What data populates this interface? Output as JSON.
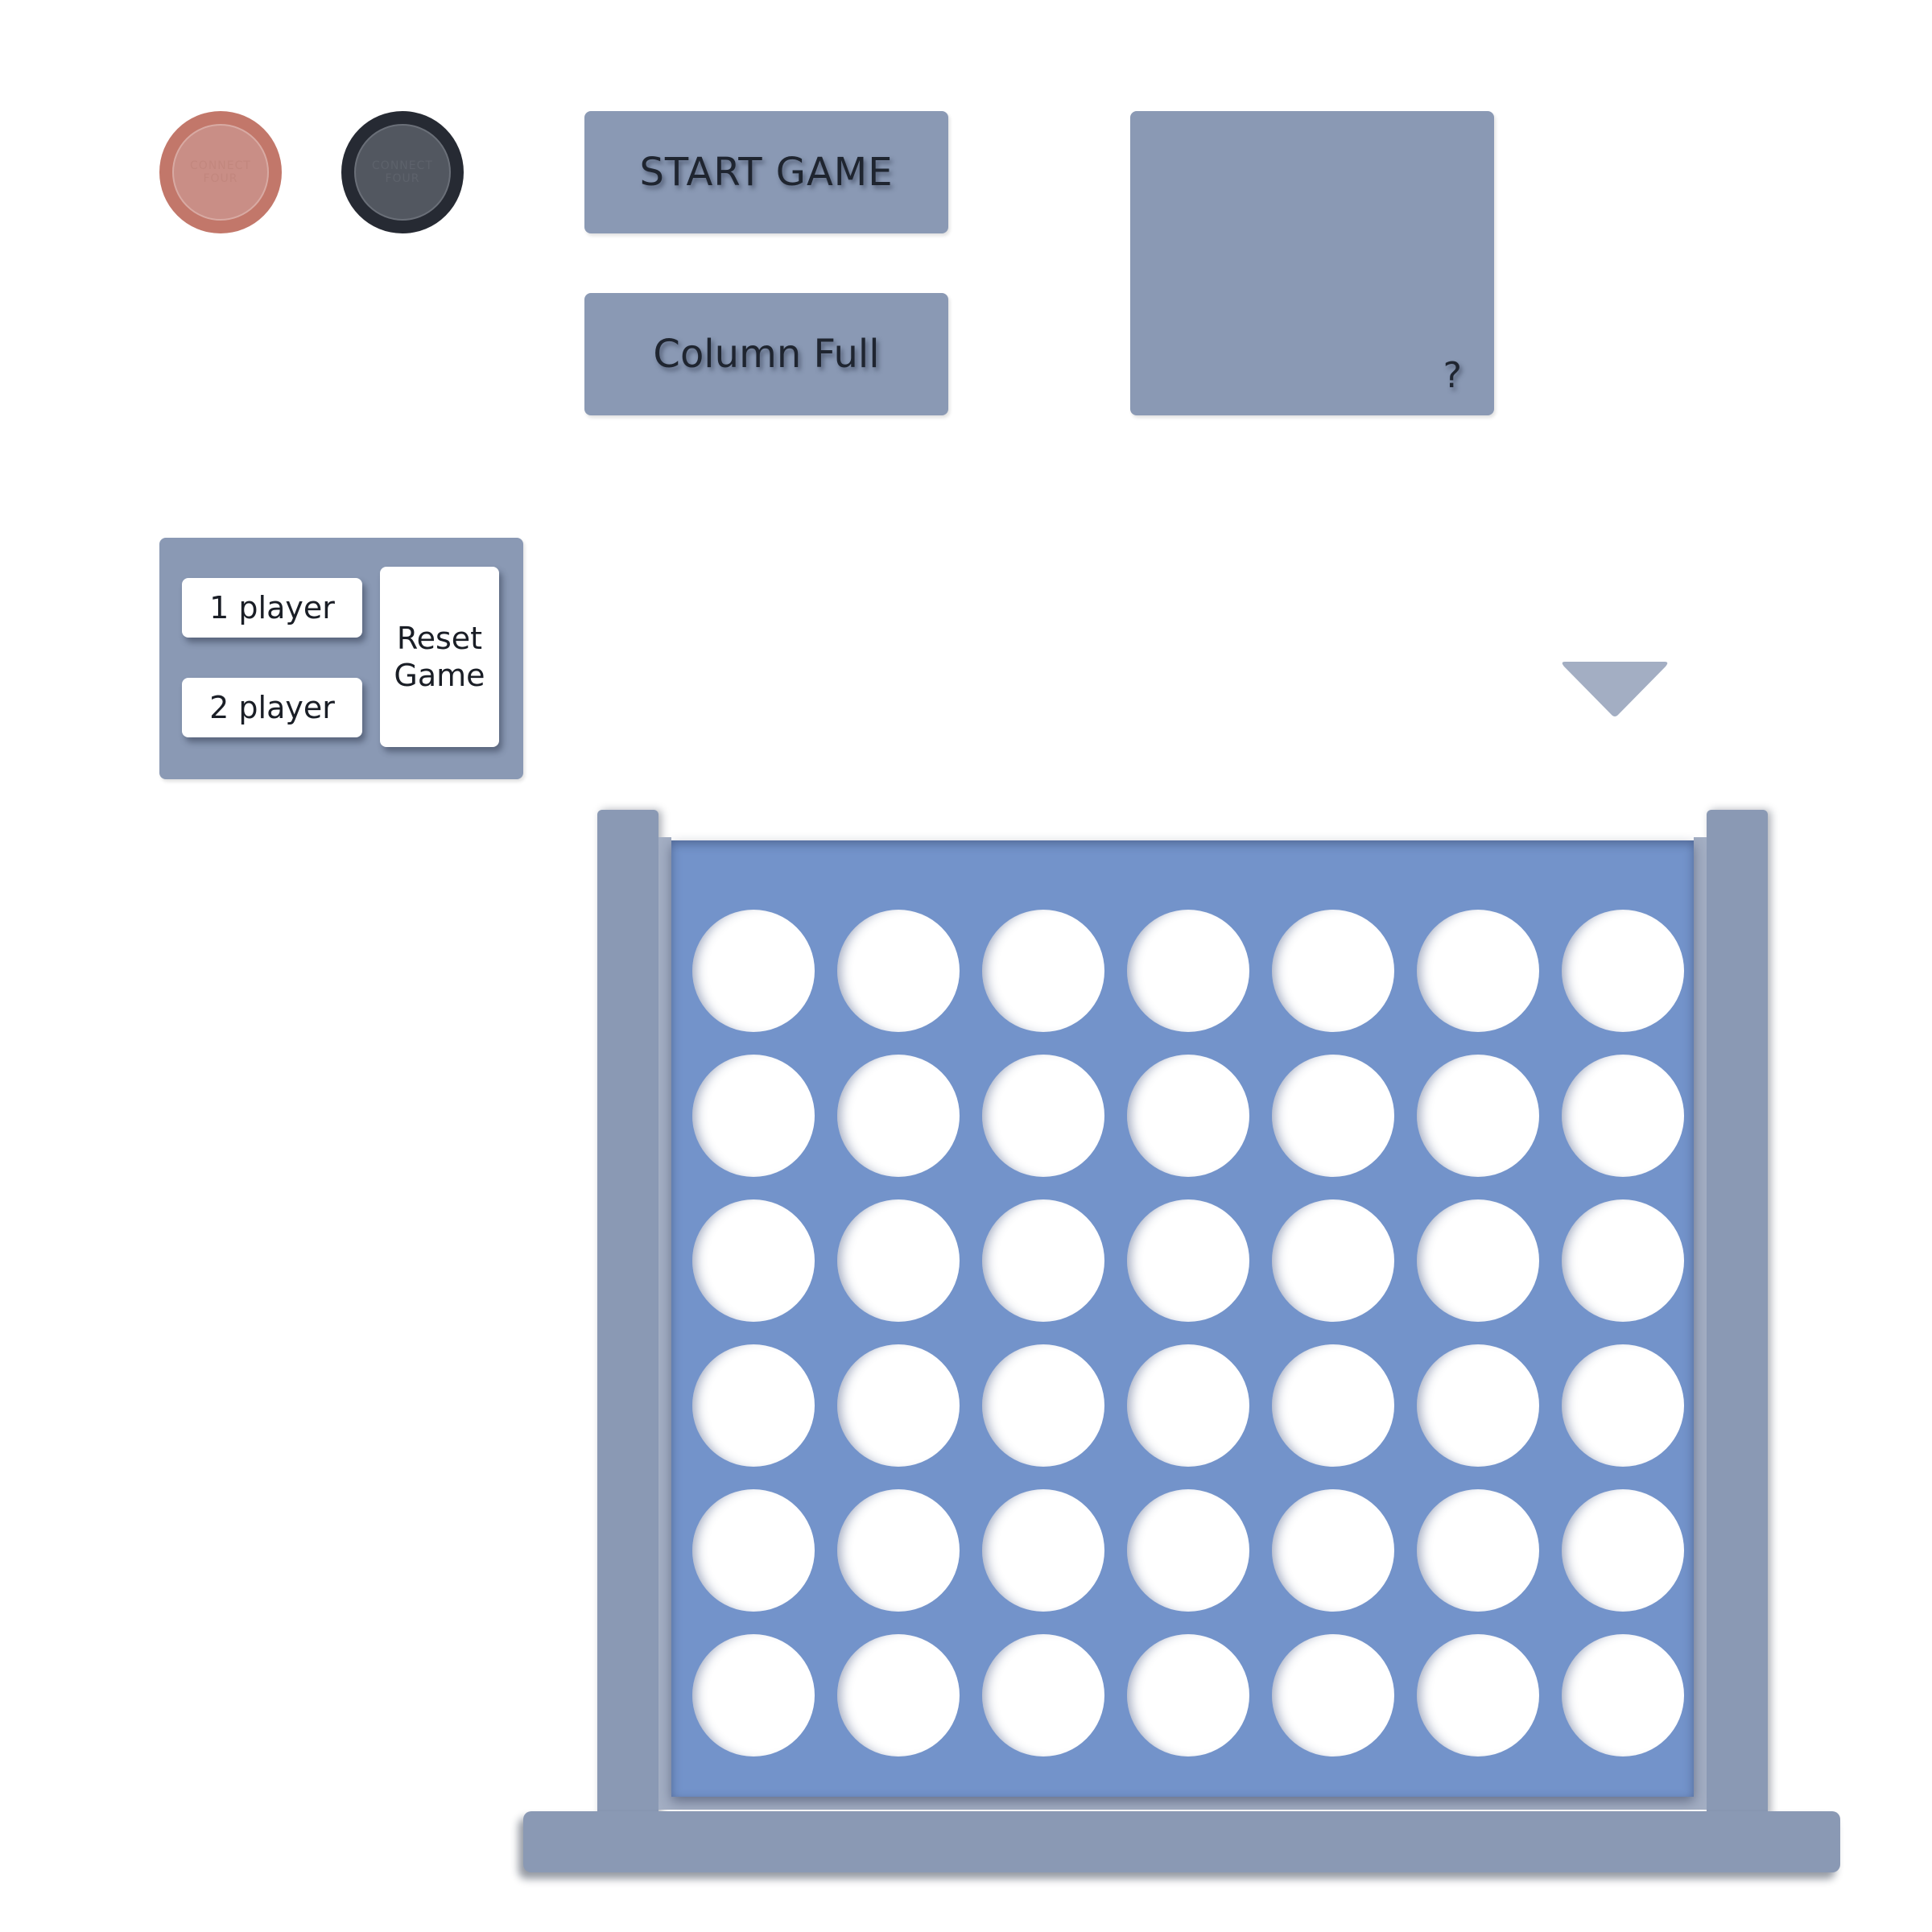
{
  "tokens": {
    "red": {
      "text": "CONNECT FOUR",
      "color": "#c2776a"
    },
    "black": {
      "text": "CONNECT FOUR",
      "color": "#262a33"
    }
  },
  "controls": {
    "start_label": "START GAME",
    "status_label": "Column Full",
    "help_label": "?"
  },
  "mode": {
    "one_player": "1 player",
    "two_player": "2 player",
    "reset": "Reset Game"
  },
  "board": {
    "columns": 7,
    "rows": 6,
    "frame_color": "#8a99b4",
    "panel_color": "#7393ca",
    "empty_cell_color": "#ffffff",
    "cells": [
      [
        "",
        "",
        "",
        "",
        "",
        "",
        ""
      ],
      [
        "",
        "",
        "",
        "",
        "",
        "",
        ""
      ],
      [
        "",
        "",
        "",
        "",
        "",
        "",
        ""
      ],
      [
        "",
        "",
        "",
        "",
        "",
        "",
        ""
      ],
      [
        "",
        "",
        "",
        "",
        "",
        "",
        ""
      ],
      [
        "",
        "",
        "",
        "",
        "",
        "",
        ""
      ]
    ],
    "selected_column": 7
  },
  "icons": {
    "drop_arrow": "chevron-down-icon"
  }
}
